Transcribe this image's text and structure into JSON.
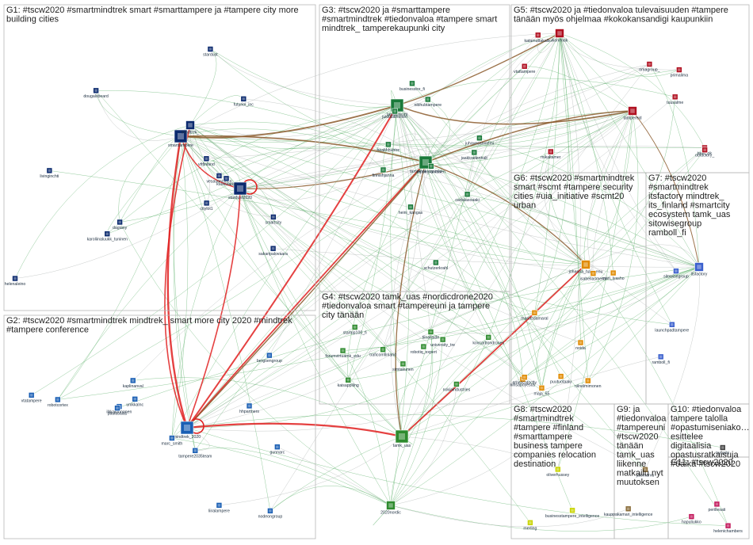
{
  "groups": [
    {
      "id": "G1",
      "title_lines": [
        "G1: #tscw2020 #smartmindtrek smart #smarttampere ja #tampere city more",
        "building cities"
      ],
      "color": "#0b2a6e"
    },
    {
      "id": "G2",
      "title_lines": [
        "G2: #tscw2020 #smartmindtrek mindtrek_ smart more city 2020 #mindtrek",
        "#tampere conference"
      ],
      "color": "#1a5fb4"
    },
    {
      "id": "G3",
      "title_lines": [
        "G3: #tscw2020 ja #smarttampere",
        "#smartmindtrek #tiedonvaloa #tampere smart",
        "mindtrek_ tamperekaupunki city"
      ],
      "color": "#1a7a3a"
    },
    {
      "id": "G4",
      "title_lines": [
        "G4: #tscw2020 tamk_uas #nordicdrone2020",
        "#tiedonvaloa smart #tampereuni ja tampere",
        "city tänään"
      ],
      "color": "#2e8b2e"
    },
    {
      "id": "G5",
      "title_lines": [
        "G5: #tscw2020 ja #tiedonvaloa tulevaisuuden #tampere",
        "tänään myös ohjelmaa #kokokansandigi kaupunkiin"
      ],
      "color": "#b01020"
    },
    {
      "id": "G6",
      "title_lines": [
        "G6: #tscw2020 #smartmindtrek",
        "smart #scmt #tampere security",
        "cities #uia_initiative #scmt20",
        "urban"
      ],
      "color": "#e08a00"
    },
    {
      "id": "G7",
      "title_lines": [
        "G7: #tscw2020",
        "#smartmindtrek",
        "itsfactory mindtrek_",
        "its_finland #smartcity",
        "ecosystem tamk_uas",
        "sitowisegroup",
        "ramboll_fi"
      ],
      "color": "#3a5fcd"
    },
    {
      "id": "G8",
      "title_lines": [
        "G8: #tscw2020",
        "#smartmindtrek",
        "#tampere #finland",
        "#smarttampere",
        "business tampere",
        "companies relocation",
        "destination"
      ],
      "color": "#c8d400"
    },
    {
      "id": "G9",
      "title_lines": [
        "G9: ja",
        "#tiedonvaloa",
        "#tampereuni",
        "#tscw2020",
        "tänään",
        "tamk_uas",
        "liikenne",
        "matkailu nyt",
        "muutoksen"
      ],
      "color": "#8a6d3b"
    },
    {
      "id": "G10",
      "title_lines": [
        "G10: #tiedonvaloa",
        "tampere talolla",
        "#opastumiseniako…",
        "esittelee",
        "digitaalisia",
        "opastusratkaisuja",
        "#6aika #tscw2020"
      ],
      "color": "#444444"
    },
    {
      "id": "G11",
      "title_lines": [
        "G11: #tscw2020"
      ],
      "color": "#c2185b"
    }
  ],
  "nodes": [
    {
      "label": "smarttampere",
      "group": "G1",
      "size": "large"
    },
    {
      "label": "stardust2020",
      "group": "G1",
      "size": "large"
    },
    {
      "label": "mindtrek_",
      "group": "G1",
      "size": "medium"
    },
    {
      "label": "helenaleino",
      "group": "G1",
      "size": "small"
    },
    {
      "label": "dougalsbeard",
      "group": "G1",
      "size": "small"
    },
    {
      "label": "vesavanninen",
      "group": "G1",
      "size": "small"
    },
    {
      "label": "karoliinaluukk_tuninen",
      "group": "G1",
      "size": "small"
    },
    {
      "label": "kuutosaika",
      "group": "G1",
      "size": "small"
    },
    {
      "label": "citylot1",
      "group": "G1",
      "size": "small"
    },
    {
      "label": "futurioi_inc",
      "group": "G1",
      "size": "small"
    },
    {
      "label": "dagiany",
      "group": "G1",
      "size": "small"
    },
    {
      "label": "stardust",
      "group": "G1",
      "size": "small"
    },
    {
      "label": "vttfinland",
      "group": "G1",
      "size": "small"
    },
    {
      "label": "sakaripalovaara",
      "group": "G1",
      "size": "small"
    },
    {
      "label": "livinginchti",
      "group": "G1",
      "size": "small"
    },
    {
      "label": "smartcity",
      "group": "G1",
      "size": "small"
    },
    {
      "label": "mindtrek_2020",
      "group": "G2",
      "size": "large"
    },
    {
      "label": "tampere2035team",
      "group": "G2",
      "size": "small"
    },
    {
      "label": "nodeongroup",
      "group": "G2",
      "size": "small"
    },
    {
      "label": "ilkkatuunanen",
      "group": "G2",
      "size": "small"
    },
    {
      "label": "hhpartners",
      "group": "G2",
      "size": "small"
    },
    {
      "label": "robotcortex",
      "group": "G2",
      "size": "small"
    },
    {
      "label": "unikkalnc",
      "group": "G2",
      "size": "small"
    },
    {
      "label": "gunnarc",
      "group": "G2",
      "size": "small"
    },
    {
      "label": "liiralampere",
      "group": "G2",
      "size": "small"
    },
    {
      "label": "vtatampere",
      "group": "G2",
      "size": "small"
    },
    {
      "label": "marc_smith",
      "group": "G2",
      "size": "small"
    },
    {
      "label": "kaplinanval",
      "group": "G2",
      "size": "small"
    },
    {
      "label": "bergsengroup",
      "group": "G2",
      "size": "small"
    },
    {
      "label": "paulasalas",
      "group": "G2",
      "size": "small"
    },
    {
      "label": "tampereuni",
      "group": "G3",
      "size": "large"
    },
    {
      "label": "tamperekaupunki",
      "group": "G3",
      "size": "large"
    },
    {
      "label": "schutzerkrahl",
      "group": "G3",
      "size": "small"
    },
    {
      "label": "businesstre_fi",
      "group": "G3",
      "size": "small"
    },
    {
      "label": "jukkalaihonen",
      "group": "G3",
      "size": "small"
    },
    {
      "label": "healthhubtre",
      "group": "G3",
      "size": "small"
    },
    {
      "label": "finnishjanna",
      "group": "G3",
      "size": "small"
    },
    {
      "label": "nibhubtampere",
      "group": "G3",
      "size": "small"
    },
    {
      "label": "jaakkoelenhalt",
      "group": "G3",
      "size": "small"
    },
    {
      "label": "cartalasoaaki",
      "group": "G3",
      "size": "small"
    },
    {
      "label": "teppo_rantanen",
      "group": "G3",
      "size": "small"
    },
    {
      "label": "heini_kangas",
      "group": "G3",
      "size": "small"
    },
    {
      "label": "juhavesanniemi",
      "group": "G3",
      "size": "small"
    },
    {
      "label": "tamk_uas",
      "group": "G4",
      "size": "large"
    },
    {
      "label": "university_tre",
      "group": "G4",
      "size": "small"
    },
    {
      "label": "2020nordic",
      "group": "G4",
      "size": "medium"
    },
    {
      "label": "robotiq_expert",
      "group": "G4",
      "size": "small"
    },
    {
      "label": "traficomfinland",
      "group": "G4",
      "size": "small"
    },
    {
      "label": "nokiaindustries",
      "group": "G4",
      "size": "small"
    },
    {
      "label": "kaisapplling",
      "group": "G4",
      "size": "small"
    },
    {
      "label": "forumvirtuamk_edu",
      "group": "G4",
      "size": "small"
    },
    {
      "label": "startup100_fi",
      "group": "G4",
      "size": "small"
    },
    {
      "label": "kovcarbondrones",
      "group": "G4",
      "size": "small"
    },
    {
      "label": "tiinailaide",
      "group": "G4",
      "size": "small"
    },
    {
      "label": "simtakunen",
      "group": "G4",
      "size": "small"
    },
    {
      "label": "ikonenak",
      "group": "G5",
      "size": "medium"
    },
    {
      "label": "tampereid",
      "group": "G5",
      "size": "medium"
    },
    {
      "label": "mikaltamer",
      "group": "G5",
      "size": "small"
    },
    {
      "label": "tuuli_ok",
      "group": "G5",
      "size": "small"
    },
    {
      "label": "obfactory_",
      "group": "G5",
      "size": "small"
    },
    {
      "label": "primalima",
      "group": "G5",
      "size": "small"
    },
    {
      "label": "vtattampere",
      "group": "G5",
      "size": "small"
    },
    {
      "label": "katamuttakallio",
      "group": "G5",
      "size": "small"
    },
    {
      "label": "omagroup_",
      "group": "G5",
      "size": "small"
    },
    {
      "label": "tuusalme",
      "group": "G5",
      "size": "small"
    },
    {
      "label": "johanna_halonenu",
      "group": "G6",
      "size": "medium"
    },
    {
      "label": "isabellasmeral",
      "group": "G6",
      "size": "small"
    },
    {
      "label": "mari_lyasho",
      "group": "G6",
      "size": "small"
    },
    {
      "label": "puutuotaalu",
      "group": "G6",
      "size": "small"
    },
    {
      "label": "mariasdamaral",
      "group": "G6",
      "size": "small"
    },
    {
      "label": "nirisapoyesus",
      "group": "G6",
      "size": "small"
    },
    {
      "label": "nilnelmimonen",
      "group": "G6",
      "size": "small"
    },
    {
      "label": "americatoctly",
      "group": "G6",
      "size": "small"
    },
    {
      "label": "maja_55",
      "group": "G6",
      "size": "small"
    },
    {
      "label": "noida",
      "group": "G6",
      "size": "small"
    },
    {
      "label": "itsfactory",
      "group": "G7",
      "size": "medium"
    },
    {
      "label": "sitowisegroup",
      "group": "G7",
      "size": "small"
    },
    {
      "label": "launchpadtampere",
      "group": "G7",
      "size": "small"
    },
    {
      "label": "ramboll_fi",
      "group": "G7",
      "size": "small"
    },
    {
      "label": "businesstampere_intelligence",
      "group": "G8",
      "size": "small"
    },
    {
      "label": "oliverhussey",
      "group": "G8",
      "size": "small"
    },
    {
      "label": "merling",
      "group": "G8",
      "size": "small"
    },
    {
      "label": "kauppakamari_intelligence",
      "group": "G9",
      "size": "small"
    },
    {
      "label": "jalomarvu",
      "group": "G9",
      "size": "small"
    },
    {
      "label": "tarupihi",
      "group": "G10",
      "size": "small"
    },
    {
      "label": "helenichambers",
      "group": "G11",
      "size": "small"
    },
    {
      "label": "perillesati",
      "group": "G11",
      "size": "small"
    },
    {
      "label": "hapuliukko",
      "group": "G11",
      "size": "small"
    }
  ],
  "edge_colors": {
    "green": "#3aa04a",
    "red": "#e02020",
    "brown": "#8b5a2b",
    "grey": "#9aa3a0"
  }
}
